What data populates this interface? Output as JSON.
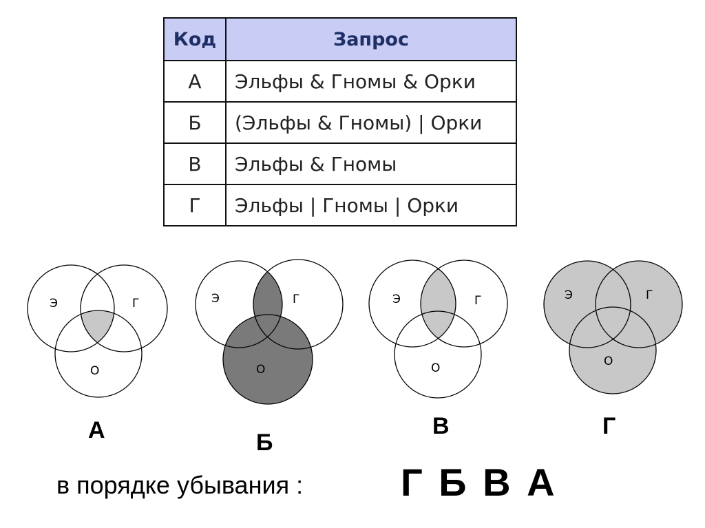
{
  "table": {
    "headers": {
      "code": "Код",
      "query": "Запрос"
    },
    "rows": [
      {
        "code": "А",
        "query": "Эльфы & Гномы & Орки"
      },
      {
        "code": "Б",
        "query": "(Эльфы & Гномы) | Орки"
      },
      {
        "code": "В",
        "query": "Эльфы & Гномы"
      },
      {
        "code": "Г",
        "query": "Эльфы | Гномы | Орки"
      }
    ]
  },
  "circle_labels": {
    "elves": "Э",
    "gnomes": "Г",
    "orcs": "О"
  },
  "diagrams": [
    {
      "label": "А"
    },
    {
      "label": "Б"
    },
    {
      "label": "В"
    },
    {
      "label": "Г"
    }
  ],
  "footer": {
    "text": "в порядке убывания :",
    "answer": "Г Б В А"
  },
  "colors": {
    "light_shade": "#c8c8c8",
    "dark_shade": "#7a7a7a",
    "header_bg": "#c9cdf5",
    "header_text": "#1e2f66"
  }
}
